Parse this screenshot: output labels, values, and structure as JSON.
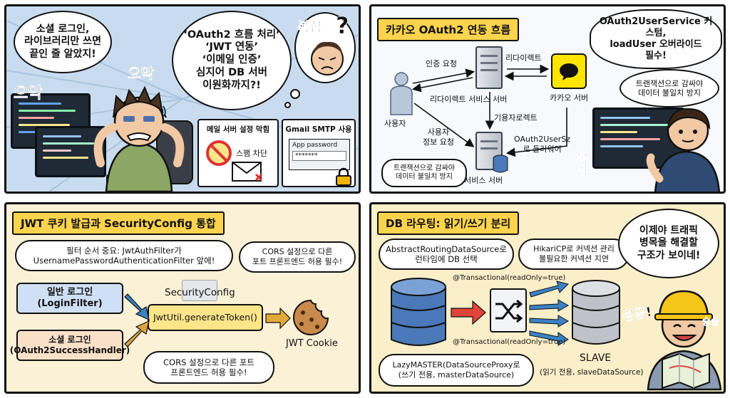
{
  "panel1": {
    "bubble_left": "소셜 로그인,\n라이브러리만 쓰면\n끝인 줄 알았지!",
    "bubble_right": "‘OAuth2 흐름 처리’\n‘JWT 연동’\n‘이메일 인증’\n심지어 DB 서버\n이원화까지?!",
    "thought_label": "복잡",
    "thought_mark": "?",
    "sfx_1": "으악",
    "sfx_2": "으악",
    "card_mail_title": "메일 서버 설정 막힘",
    "card_mail_spam": "스팸 차단",
    "card_gmail_title": "Gmail SMTP 사용",
    "card_gmail_field_label": "App password",
    "card_gmail_field_value": "*******"
  },
  "panel2": {
    "title": "카카오 OAuth2 연동 흐름",
    "bubble_top": "OAuth2UserService 커스텀,\nloadUser 오버라이드\n필수!",
    "bubble_mid": "트랜잭션으로 감싸야\n데이터 불일치 방지",
    "bubble_small": "트랜잭션으로 감싸야\n데이터 불일치 방지",
    "label_user": "사용자",
    "label_auth_request": "인증 요청",
    "label_redirect": "리다이렉트",
    "label_redirect_server": "리다이렉트 서비스 서버",
    "label_kakao_server": "카카오 서버",
    "label_redirect_callback": "기용자로렉트",
    "label_user_info": "사용자\n정보 요청",
    "label_userservice": "OAuth2UserSz\n로 들러워어",
    "label_service_server": "서비스 서버",
    "sfx": "복\n잡"
  },
  "panel3": {
    "title": "JWT 쿠키 발급과 SecurityConfig 통합",
    "bubble_filter": "필터 순서 중요: JwtAuthFilter가\nUsernamePasswordAuthenticationFilter 앞에!",
    "bubble_cors_top": "CORS 설정으로 다른\n포트 프론트엔드 허용 필수!",
    "bubble_cors_bottom": "CORS 설정으로 다른 포트\n프론트엔드 허용 필수!",
    "box_login": "일반 로그인\n(LoginFilter)",
    "box_social": "소셜 로그인\n(OAuth2SuccessHandler)",
    "security_config": "SecurityConfig",
    "box_token": "JwtUtil.generateToken()",
    "cookie_label": "JWT Cookie"
  },
  "panel4": {
    "title": "DB 라우팅: 읽기/쓰기 분리",
    "bubble_routing": "AbstractRoutingDataSource로\n런타임에 DB 선택",
    "bubble_hikari": "HikariCP로 커넥션 관리\n불필요한 커넥션 지연",
    "bubble_success": "이제야 트래픽\n병목을 해결할\n구조가 보이네!",
    "tx_top": "@Transactional(readOnly=true)",
    "tx_bottom": "@Transactional(readOnly=true)",
    "master_label": "LazyMASTER(DataSourceProxy로\n(쓰기 전용, masterDataSource)",
    "slave_title": "SLAVE",
    "slave_label": "(읽기 전용, slaveDataSource)",
    "sfx_success": "성공!",
    "sfx_whoosh": "슝슝"
  },
  "colors": {
    "title_yellow": "#fcd34d",
    "login_blue": "#cfe0f5",
    "social_peach": "#fbe0c8",
    "token_yellow": "#fde68a",
    "arrow_red": "#e0453a",
    "arrow_blue": "#3b82c4",
    "kakao_yellow": "#fee500"
  },
  "icons": [
    "person-icon",
    "server-icon",
    "kakao-chat-icon",
    "envelope-icon",
    "lock-icon",
    "cookie-icon",
    "database-icon",
    "shuffle-icon",
    "helmet-icon",
    "map-icon"
  ]
}
